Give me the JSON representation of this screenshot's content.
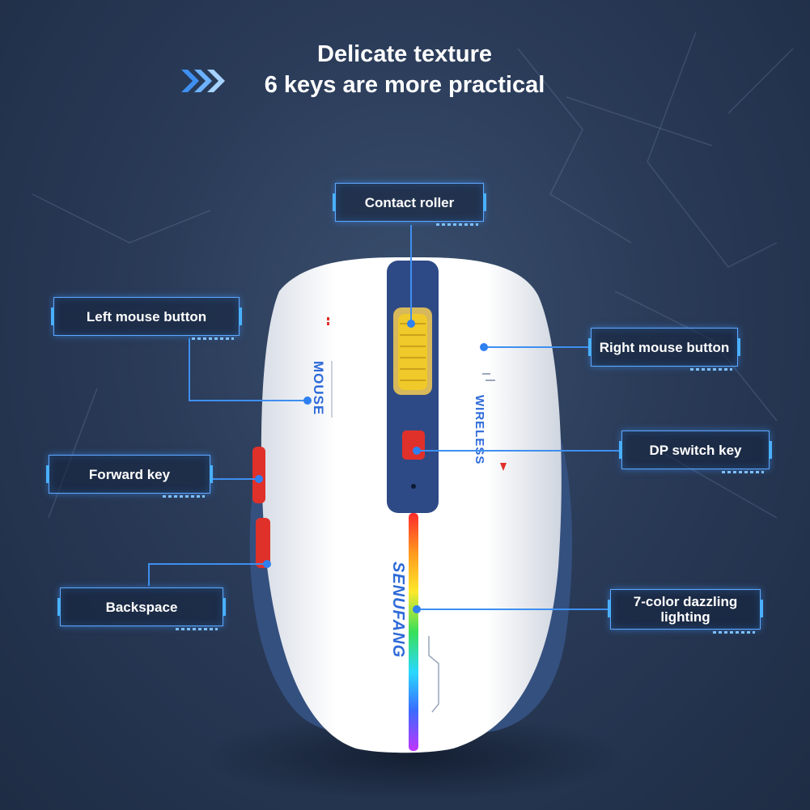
{
  "heading": {
    "line1": "Delicate texture",
    "line2": "6 keys are more practical"
  },
  "callouts": {
    "contact_roller": "Contact roller",
    "left_button": "Left mouse button",
    "right_button": "Right mouse button",
    "dp_switch": "DP switch key",
    "forward_key": "Forward key",
    "backspace": "Backspace",
    "lighting": "7-color dazzling lighting"
  },
  "mouse_print": {
    "left_text": "MOUSE",
    "right_text": "WIRELESS",
    "brand": "SENUFANG"
  },
  "colors": {
    "accent": "#4aa8ff",
    "body": "#f4f5f7",
    "navy": "#2e4a86",
    "button_red": "#e0302a",
    "wheel_yellow": "#f0c92a"
  }
}
